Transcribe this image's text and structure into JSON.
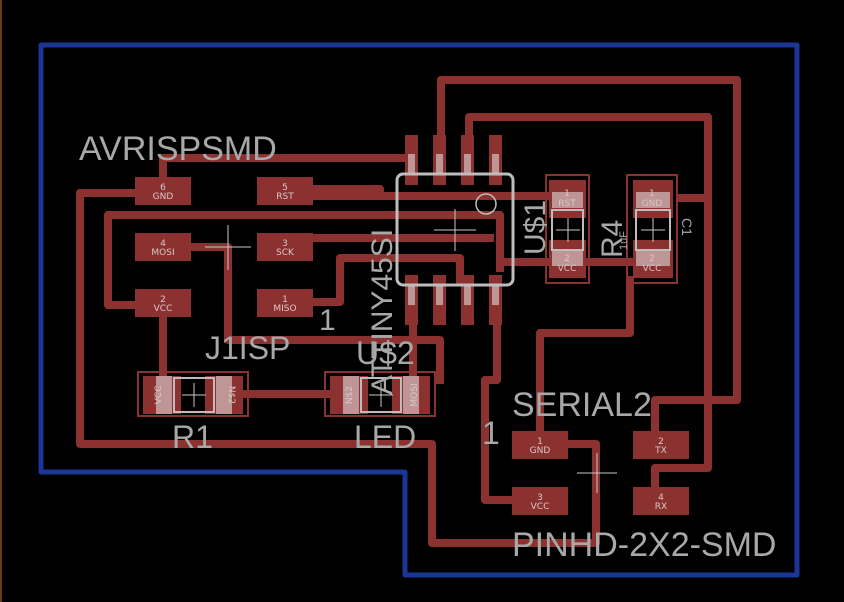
{
  "colors": {
    "background": "#000000",
    "copper": "#8b3230",
    "outline": "#1a3696",
    "silkscreen": "#a8a8a8"
  },
  "labels": {
    "avrispsmd": "AVRISPSMD",
    "j1isp": "J1ISP",
    "attiny": "ATTINY45SI",
    "us1": "U$1",
    "us2": "U$2",
    "r4": "R4",
    "r4_value": "1uF",
    "c1": "C1",
    "r1": "R1",
    "led": "LED",
    "serial2": "SERIAL2",
    "pinhd": "PINHD-2X2-SMD",
    "one_a": "1",
    "one_b": "1"
  },
  "isp_pads": [
    {
      "num": "6",
      "name": "GND"
    },
    {
      "num": "5",
      "name": "RST"
    },
    {
      "num": "4",
      "name": "MOSI"
    },
    {
      "num": "3",
      "name": "SCK"
    },
    {
      "num": "2",
      "name": "VCC"
    },
    {
      "num": "1",
      "name": "MISO"
    }
  ],
  "serial_pads": [
    {
      "num": "1",
      "name": "GND"
    },
    {
      "num": "2",
      "name": "TX"
    },
    {
      "num": "3",
      "name": "VCC"
    },
    {
      "num": "4",
      "name": "RX"
    }
  ],
  "r4_pads": [
    {
      "num": "1",
      "name": "RST"
    },
    {
      "num": "2",
      "name": "VCC"
    }
  ],
  "c1_pads": [
    {
      "num": "1",
      "name": "GND"
    },
    {
      "num": "2",
      "name": "VCC"
    }
  ],
  "r1_pads": [
    {
      "num": "2",
      "name": "VCC"
    },
    {
      "num": "1",
      "name": "N$2"
    }
  ],
  "led_pads": [
    {
      "num": "1",
      "name": "N$2"
    },
    {
      "num": "2",
      "name": "MOSI"
    }
  ]
}
